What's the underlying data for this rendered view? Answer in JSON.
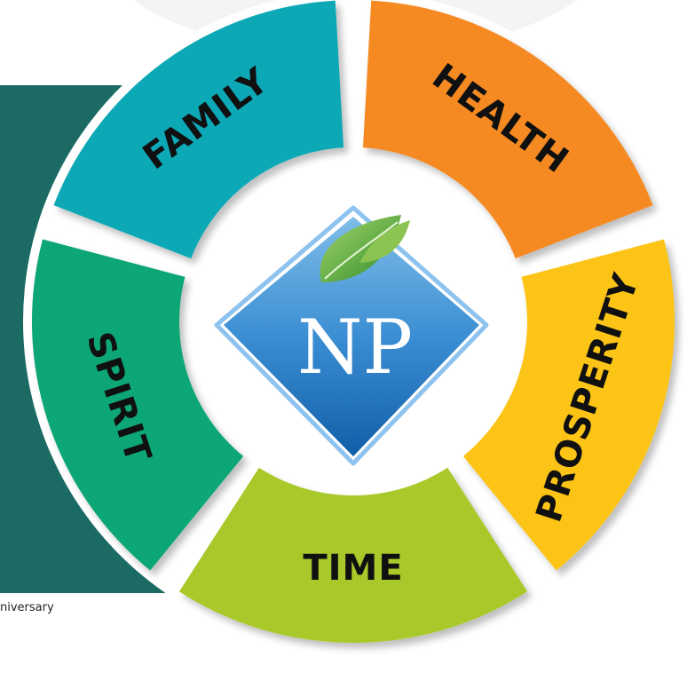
{
  "segments": [
    {
      "label": "FAMILY",
      "color": "#0ba8b6"
    },
    {
      "label": "HEALTH",
      "color": "#f58a22"
    },
    {
      "label": "PROSPERITY",
      "color": "#fcc417"
    },
    {
      "label": "TIME",
      "color": "#a9c92a"
    },
    {
      "label": "SPIRIT",
      "color": "#0ca676"
    }
  ],
  "logo": {
    "text": "NP",
    "diamond_color": "#1f72bd",
    "leaf_color": "#4ea83b"
  },
  "footer": {
    "text": "niversary"
  },
  "panel_color": "#1b6b64"
}
